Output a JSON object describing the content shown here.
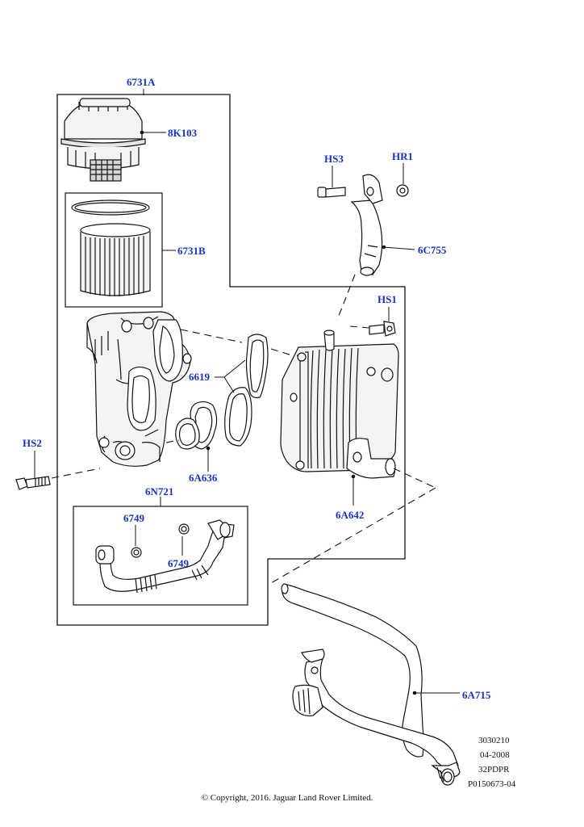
{
  "colors": {
    "callout": "#1533c7",
    "line": "#111111",
    "part_fill": "#f4f4f4",
    "shade": "#d8d8d8"
  },
  "callouts": {
    "c_6731A": "6731A",
    "c_8K103": "8K103",
    "c_6731B": "6731B",
    "c_HS3": "HS3",
    "c_HR1": "HR1",
    "c_6C755": "6C755",
    "c_HS1": "HS1",
    "c_6619": "6619",
    "c_HS2": "HS2",
    "c_6A636": "6A636",
    "c_6N721": "6N721",
    "c_6749a": "6749",
    "c_6749b": "6749",
    "c_6A642": "6A642",
    "c_6A715": "6A715"
  },
  "reference": {
    "line1": "3030210",
    "line2": "04-2008",
    "line3": "32PDPR",
    "line4": "P0150673-04"
  },
  "copyright": "© Copyright, 2016. Jaguar Land Rover Limited."
}
